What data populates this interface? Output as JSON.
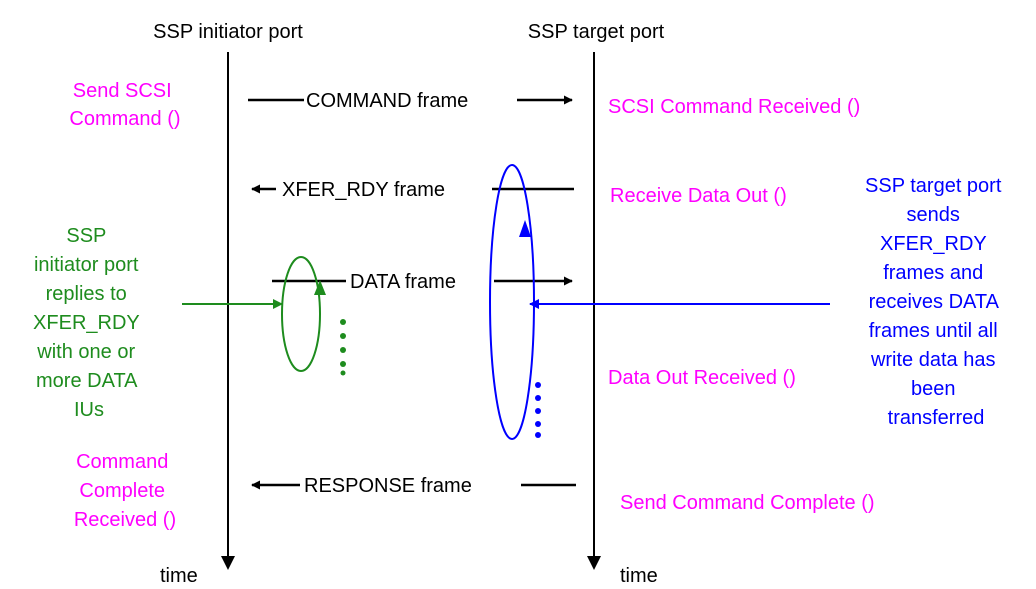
{
  "headers": {
    "initiator": "SSP initiator port",
    "target": "SSP target port"
  },
  "time_labels": {
    "initiator": "time",
    "target": "time"
  },
  "frames": {
    "command": "COMMAND frame",
    "xfer_rdy": "XFER_RDY frame",
    "data": "DATA frame",
    "response": "RESPONSE frame"
  },
  "initiator_events": {
    "send_command": [
      "Send SCSI",
      "Command ()"
    ],
    "command_complete": [
      "Command",
      "Complete",
      "Received ()"
    ]
  },
  "target_events": {
    "command_received": "SCSI Command Received ()",
    "receive_data_out": "Receive Data Out ()",
    "data_out_received": "Data Out Received ()",
    "send_command_complete": "Send Command Complete ()"
  },
  "notes": {
    "initiator_note": [
      "SSP",
      "initiator port",
      "replies to",
      "XFER_RDY",
      "with one or",
      "more DATA",
      "IUs"
    ],
    "target_note": [
      "SSP target port",
      "sends",
      "XFER_RDY",
      "frames and",
      "receives DATA",
      "frames until all",
      "write data has",
      "been",
      "transferred"
    ]
  },
  "colors": {
    "event_text": "#ff00ff",
    "initiator_note": "#1e8c1e",
    "target_note": "#0000ff",
    "lines": "#000000"
  }
}
